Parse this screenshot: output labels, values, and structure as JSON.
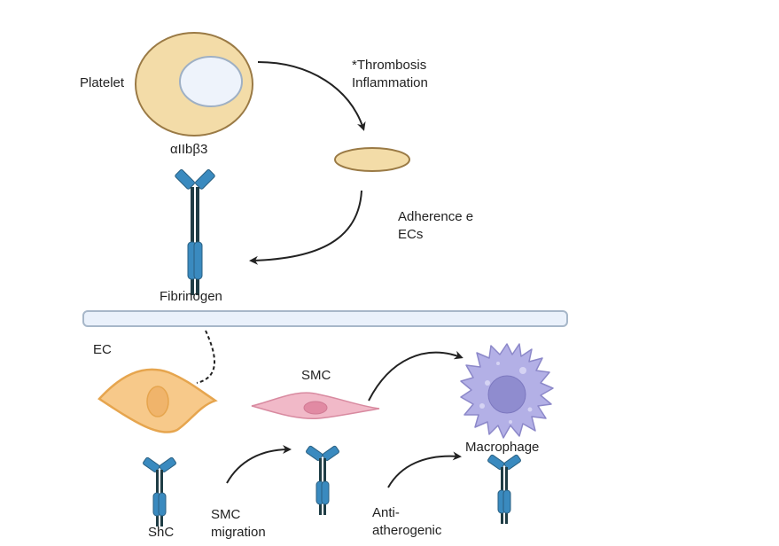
{
  "labels": {
    "platelet": "Platelet",
    "integrin": "αIIbβ3",
    "thrombosis": "*Thrombosis",
    "inflammation": "Inflammation",
    "adherence_line1": "Adherence e",
    "adherence_line2": "ECs",
    "fibrinogen": "Fibrinogen",
    "ec": "EC",
    "smc": "SMC",
    "macrophage": "Macrophage",
    "shc": "ShC",
    "smc_migration_line1": "SMC",
    "smc_migration_line2": "migration",
    "anti_line1": "Anti-",
    "anti_line2": "atherogenic"
  },
  "colors": {
    "platelet_fill": "#f3dca8",
    "platelet_stroke": "#9a7a45",
    "nucleus_fill": "#eef3fb",
    "nucleus_stroke": "#9fb0c4",
    "receptor_fill": "#3a8abf",
    "receptor_stroke": "#2a5f80",
    "receptor_stem": "#1f3d45",
    "vessel_fill": "#eaf1fb",
    "vessel_stroke": "#a7b7c9",
    "ec_fill": "#f7c98a",
    "ec_stroke": "#e6a54e",
    "smc_fill": "#f1b9c8",
    "smc_stroke": "#d88aa0",
    "macrophage_fill": "#b3b0e6",
    "macrophage_stroke": "#8c88c9",
    "macrophage_nucleus": "#8f8ccf",
    "arrow": "#222222"
  }
}
